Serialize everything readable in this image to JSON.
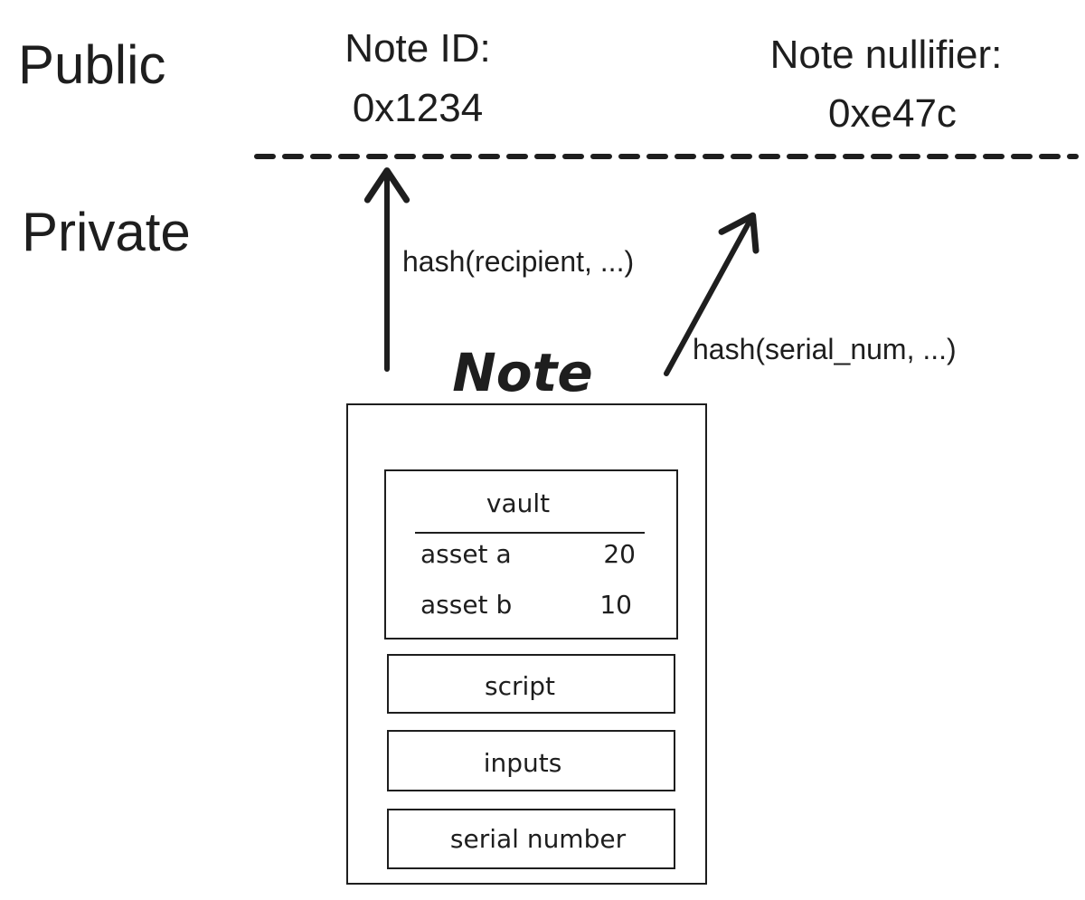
{
  "zones": {
    "public_label": "Public",
    "private_label": "Private"
  },
  "public_values": {
    "note_id_label": "Note ID:",
    "note_id_value": "0x1234",
    "nullifier_label": "Note nullifier:",
    "nullifier_value": "0xe47c"
  },
  "arrows": {
    "note_id_hash": "hash(recipient, ...)",
    "nullifier_hash": "hash(serial_num, ...)"
  },
  "note": {
    "title": "Note",
    "vault": {
      "title": "vault",
      "assets": [
        {
          "name": "asset a",
          "amount": "20"
        },
        {
          "name": "asset b",
          "amount": "10"
        }
      ]
    },
    "script_label": "script",
    "inputs_label": "inputs",
    "serial_number_label": "serial number"
  },
  "colors": {
    "ink": "#1e1e1e",
    "background": "#ffffff"
  }
}
